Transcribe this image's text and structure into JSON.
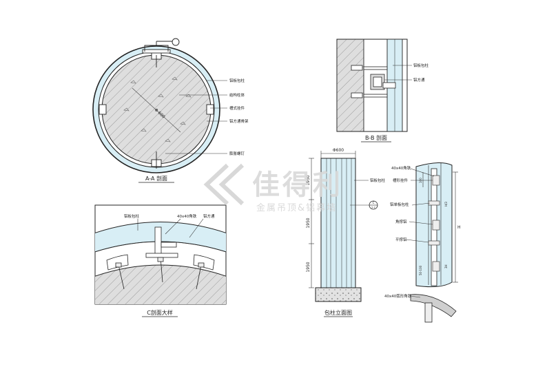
{
  "views": {
    "aa": {
      "title": "A-A 剖面",
      "dim_diameter": "Φ 600",
      "labels": [
        "铝板包柱",
        "结构柱体",
        "槽式挂件",
        "铝方通骨架",
        "膨胀螺钉"
      ]
    },
    "bb": {
      "title": "B-B 剖面",
      "labels": [
        "铝板包柱",
        "铝方通"
      ]
    },
    "c": {
      "title": "C剖面大样",
      "labels": [
        "铝板包柱",
        "40x40角铁",
        "铝方通"
      ]
    },
    "elev": {
      "title": "包柱立面图",
      "top_dim": "Φ600",
      "label": "铝板包柱",
      "dims": [
        "1950",
        "1950",
        "1950"
      ],
      "marker_letter": "C",
      "marker_num": "2-2"
    },
    "iso": {
      "labels": [
        "40x40角铁",
        "槽形挂件",
        "铝单板包柱",
        "角撑铝",
        "平撑铝",
        "40x40弧形角铁"
      ],
      "dim_main": "H",
      "dim_side": "3H",
      "dim_mid": "H/3",
      "dim_top": "100",
      "dim_bottom": "50-100"
    }
  },
  "watermark": {
    "brand": "佳得利",
    "slogan": "金属吊顶&铝幕墙"
  },
  "colors": {
    "panel": "#d8eef5",
    "concrete": "#dedede",
    "line": "#222222"
  }
}
